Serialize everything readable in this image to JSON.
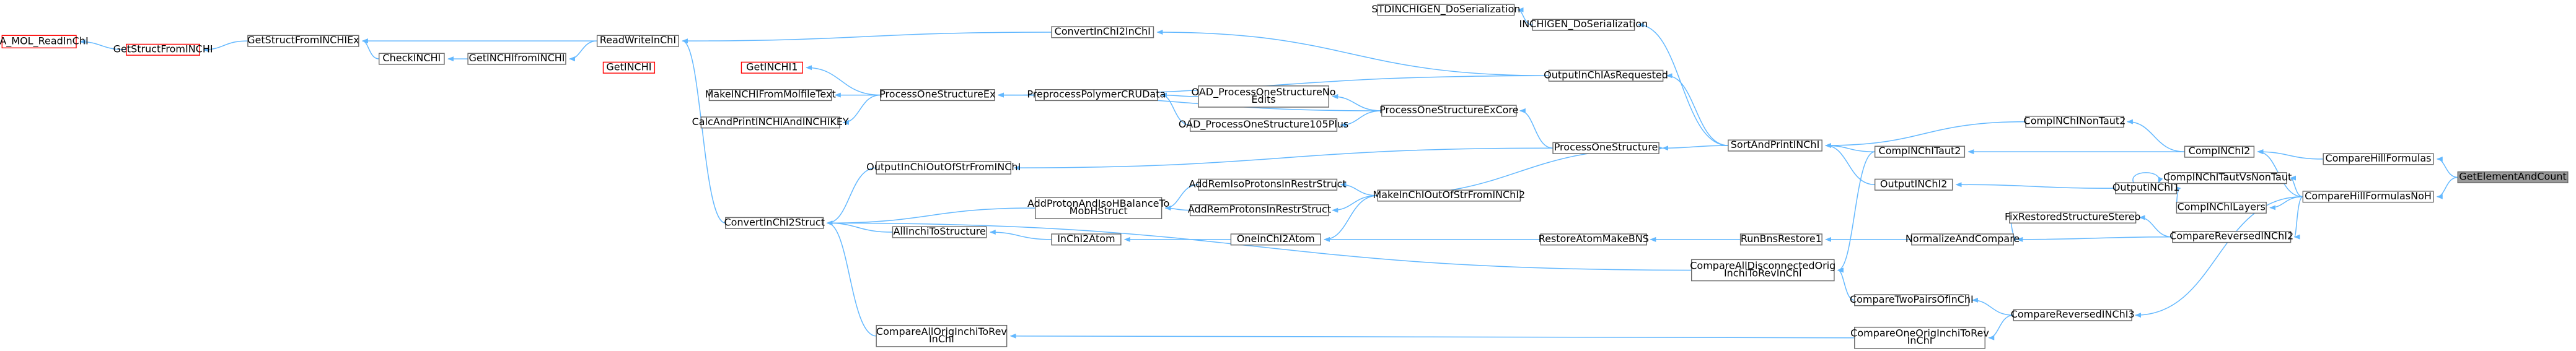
{
  "graph": {
    "nodes": [
      {
        "id": "ixa",
        "label": "IXA_MOL_ReadInChI",
        "style": "red"
      },
      {
        "id": "gsfi",
        "label": "GetStructFromINCHI",
        "style": "red"
      },
      {
        "id": "gsfiex",
        "label": "GetStructFromINCHIEx"
      },
      {
        "id": "checkinchi",
        "label": "CheckINCHI"
      },
      {
        "id": "getinchifrominchi",
        "label": "GetINCHIfromINCHI"
      },
      {
        "id": "readwriteinchi",
        "label": "ReadWriteInChI"
      },
      {
        "id": "getinchi",
        "label": "GetINCHI",
        "style": "red"
      },
      {
        "id": "getinchi1",
        "label": "GetINCHI1",
        "style": "red"
      },
      {
        "id": "makeinchifrommolfile",
        "label": "MakeINCHIFromMolfileText"
      },
      {
        "id": "calcandprint",
        "label": "CalcAndPrintINCHIAndINCHIKEY"
      },
      {
        "id": "processonestructureex",
        "label": "ProcessOneStructureEx"
      },
      {
        "id": "outputinchioutofstr",
        "label": "OutputInChIOutOfStrFromINChI"
      },
      {
        "id": "convertinchi2struct",
        "label": "ConvertInChI2Struct"
      },
      {
        "id": "allinchitostructure",
        "label": "AllInchiToStructure"
      },
      {
        "id": "compareallorig",
        "label": [
          "CompareAllOrigInchiToRev",
          "InChI"
        ]
      },
      {
        "id": "convertinchi2inchi",
        "label": "ConvertInChI2InChI"
      },
      {
        "id": "preprocesspolymer",
        "label": "PreprocessPolymerCRUData"
      },
      {
        "id": "addprotonandisoh",
        "label": [
          "AddProtonAndIsoHBalanceTo",
          "MobHStruct"
        ]
      },
      {
        "id": "inchi2atom",
        "label": "InChI2Atom"
      },
      {
        "id": "oadprocessnoedits",
        "label": [
          "OAD_ProcessOneStructureNo",
          "Edits"
        ]
      },
      {
        "id": "oadprocess105",
        "label": "OAD_ProcessOneStructure105Plus"
      },
      {
        "id": "addremisoprotons",
        "label": "AddRemIsoProtonsInRestrStruct"
      },
      {
        "id": "addremprotons",
        "label": "AddRemProtonsInRestrStruct"
      },
      {
        "id": "oneinchi2atom",
        "label": "OneInChI2Atom"
      },
      {
        "id": "stdinchigen",
        "label": "STDINCHIGEN_DoSerialization"
      },
      {
        "id": "inchigen",
        "label": "INCHIGEN_DoSerialization"
      },
      {
        "id": "outputinchiasrequested",
        "label": "OutputInChIAsRequested"
      },
      {
        "id": "processonestructureexcore",
        "label": "ProcessOneStructureExCore"
      },
      {
        "id": "processonestructure",
        "label": "ProcessOneStructure"
      },
      {
        "id": "makeinchioutofstr",
        "label": "MakeInChIOutOfStrFromINChI2"
      },
      {
        "id": "restoreatommakebns",
        "label": "RestoreAtomMakeBNS"
      },
      {
        "id": "compareallsconnected",
        "label": [
          "CompareAllDisconnectedOrig",
          "InchiToRevInChI"
        ]
      },
      {
        "id": "sortandprintinchi",
        "label": "SortAndPrintINChI"
      },
      {
        "id": "runbnsrestore1",
        "label": "RunBnsRestore1"
      },
      {
        "id": "compareoneorig",
        "label": [
          "CompareOneOrigInchiToRev",
          "InChI"
        ]
      },
      {
        "id": "compinchitaut2",
        "label": "CompINChITaut2"
      },
      {
        "id": "outputinchi2",
        "label": "OutputINChI2"
      },
      {
        "id": "normalizeandcompare",
        "label": "NormalizeAndCompare"
      },
      {
        "id": "comparetwopairs",
        "label": "CompareTwoPairsOfInChI"
      },
      {
        "id": "compinchinontaut2",
        "label": "CompINChINonTaut2"
      },
      {
        "id": "fixrestored",
        "label": "FixRestoredStructureStereo"
      },
      {
        "id": "comparereversed3",
        "label": "CompareReversedINChI3"
      },
      {
        "id": "compinchi2",
        "label": "CompINChI2"
      },
      {
        "id": "outputinchi1",
        "label": "OutputINChI1"
      },
      {
        "id": "comparereversed2",
        "label": "CompareReversedINChI2"
      },
      {
        "id": "compinchitautvsnontaut",
        "label": "CompINChITautVsNonTaut"
      },
      {
        "id": "compinchilayers",
        "label": "CompINChILayers"
      },
      {
        "id": "comparehillformulas",
        "label": "CompareHillFormulas"
      },
      {
        "id": "comparehillformulasnoh",
        "label": "CompareHillFormulasNoH"
      },
      {
        "id": "getelementandcount",
        "label": "GetElementAndCount",
        "style": "focus"
      }
    ]
  }
}
